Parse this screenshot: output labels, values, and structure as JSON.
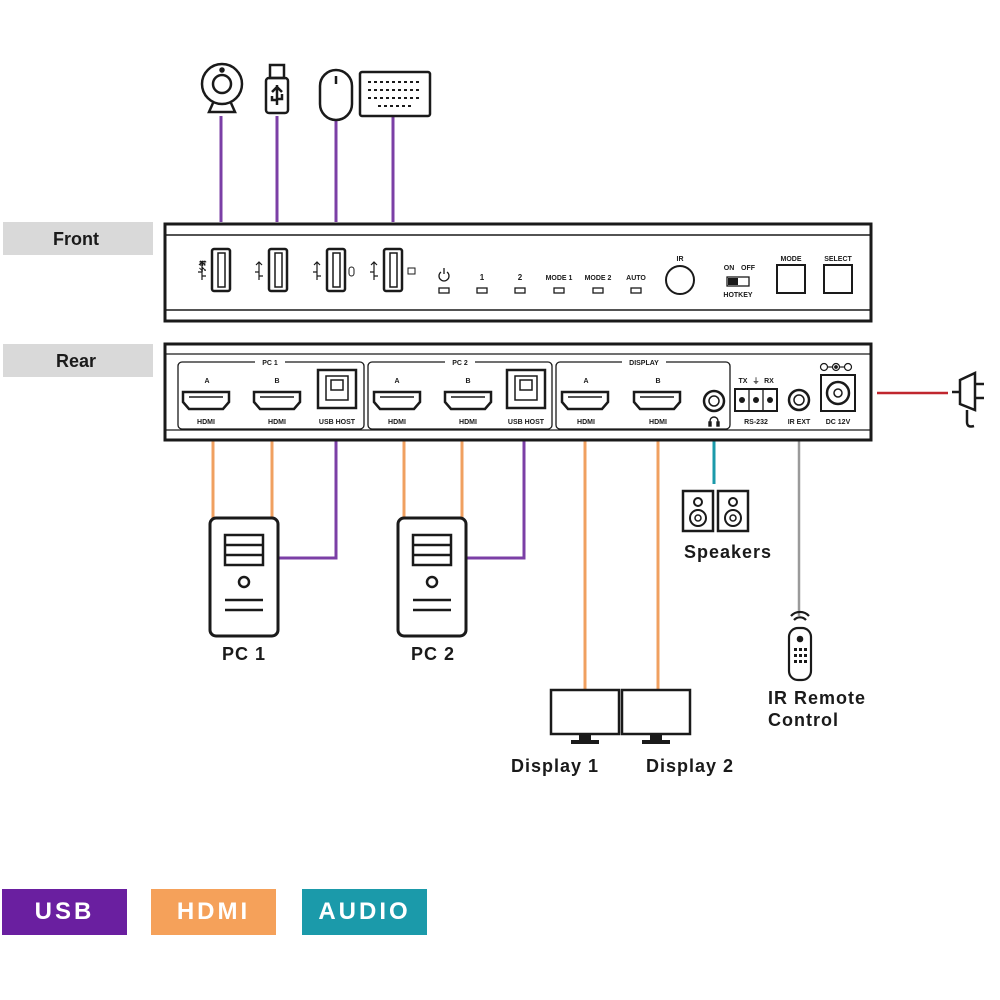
{
  "sections": {
    "front": "Front",
    "rear": "Rear"
  },
  "front_panel": {
    "leds": [
      "1",
      "2",
      "MODE 1",
      "MODE 2",
      "AUTO"
    ],
    "ir": "IR",
    "hotkey": {
      "on": "ON",
      "off": "OFF",
      "label": "HOTKEY"
    },
    "buttons": {
      "mode": "MODE",
      "select": "SELECT"
    }
  },
  "rear_panel": {
    "groups": {
      "pc1": "PC 1",
      "pc2": "PC 2",
      "display": "DISPLAY"
    },
    "port_letters": {
      "a": "A",
      "b": "B"
    },
    "port_labels": {
      "hdmi": "HDMI",
      "usb_host": "USB HOST"
    },
    "rs232": {
      "tx": "TX",
      "gnd": "⏚",
      "rx": "RX",
      "label": "RS-232"
    },
    "ir_ext": "IR EXT",
    "dc": "DC 12V"
  },
  "devices": {
    "pc1": "PC 1",
    "pc2": "PC 2",
    "speakers": "Speakers",
    "display1": "Display 1",
    "display2": "Display 2",
    "ir_remote_line1": "IR Remote",
    "ir_remote_line2": "Control"
  },
  "legend": [
    {
      "label": "USB",
      "color": "#6a1fa0"
    },
    {
      "label": "HDMI",
      "color": "#f5a15a"
    },
    {
      "label": "AUDIO",
      "color": "#1b9aaa"
    }
  ],
  "colors": {
    "usb": "#7b3fa6",
    "hdmi": "#f0a060",
    "audio": "#1b9aaa",
    "power": "#c0262e",
    "ir": "#9a9a9a"
  }
}
